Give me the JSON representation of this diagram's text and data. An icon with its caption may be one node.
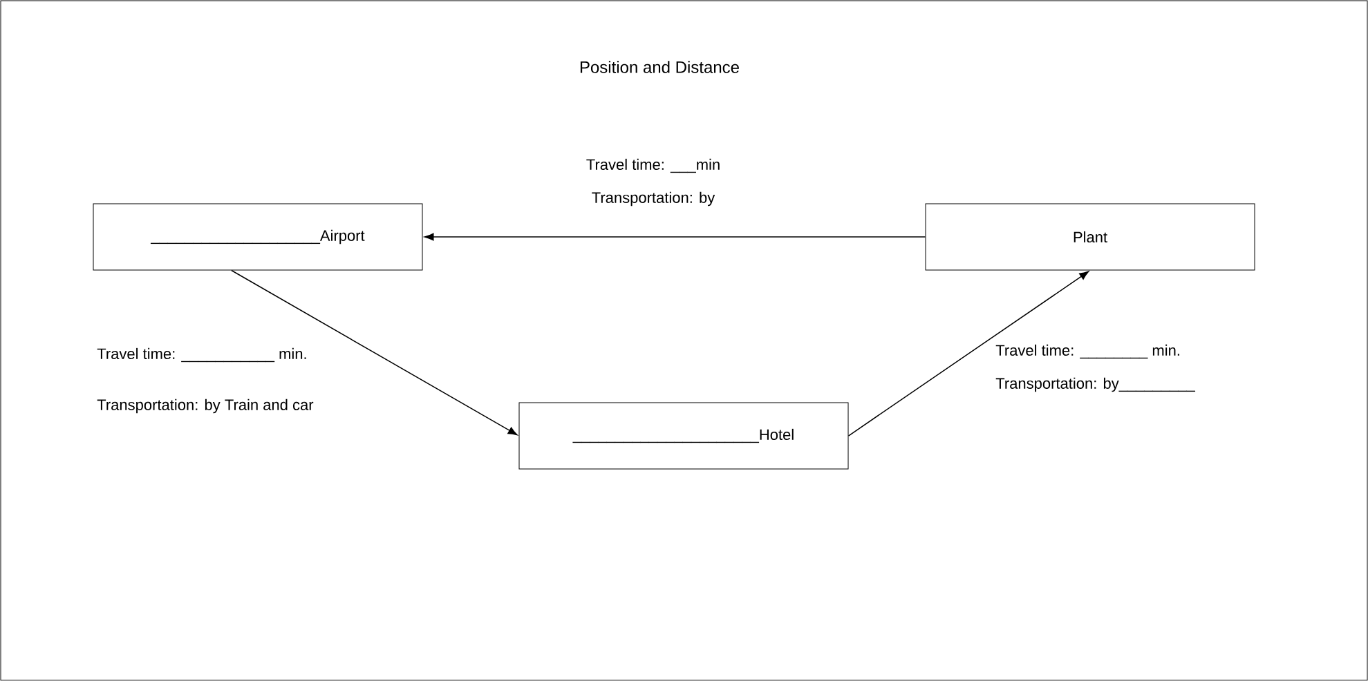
{
  "diagram": {
    "title": "Position and Distance",
    "nodes": [
      {
        "text": [
          "____________________Airport"
        ]
      },
      {
        "text": [
          "Plant"
        ]
      },
      {
        "text": [
          "______________________Hotel"
        ]
      }
    ],
    "edges": [
      {
        "from": 1,
        "to": 0,
        "arrow": "to"
      },
      {
        "from": 0,
        "to": 2,
        "arrow": "to"
      },
      {
        "from": 2,
        "to": 1,
        "arrow": "to"
      }
    ],
    "labels": [
      "Travel time: ___min",
      "Transportation: by",
      "Travel time:  ___________  min.",
      "Travel time:  ________  min.",
      "Transportation: by_________",
      "Transportation: by Train and car"
    ]
  }
}
